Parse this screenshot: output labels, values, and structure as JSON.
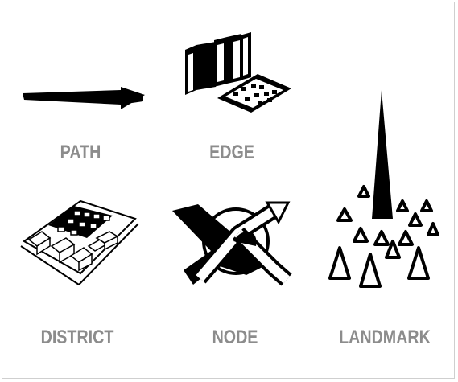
{
  "labels": {
    "path": "PATH",
    "edge": "EDGE",
    "district": "DISTRICT",
    "node": "NODE",
    "landmark": "LANDMARK"
  },
  "colors": {
    "ink": "#000000",
    "label": "#8c8c8c",
    "background": "#ffffff",
    "border": "#cfcfcf"
  }
}
